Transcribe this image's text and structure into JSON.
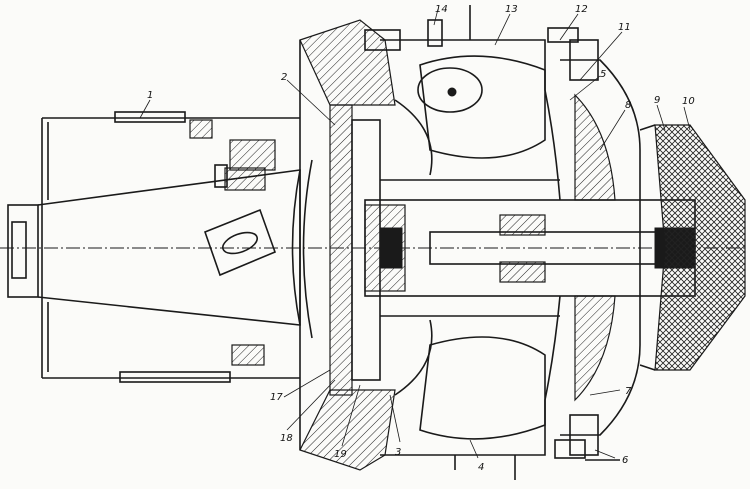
{
  "callouts": [
    {
      "label": "1"
    },
    {
      "label": "2"
    },
    {
      "label": "3"
    },
    {
      "label": "4"
    },
    {
      "label": "5"
    },
    {
      "label": "6"
    },
    {
      "label": "7"
    },
    {
      "label": "8"
    },
    {
      "label": "9"
    },
    {
      "label": "10"
    },
    {
      "label": "11"
    },
    {
      "label": "12"
    },
    {
      "label": "13"
    },
    {
      "label": "14"
    },
    {
      "label": "17"
    },
    {
      "label": "18"
    },
    {
      "label": "19"
    }
  ]
}
